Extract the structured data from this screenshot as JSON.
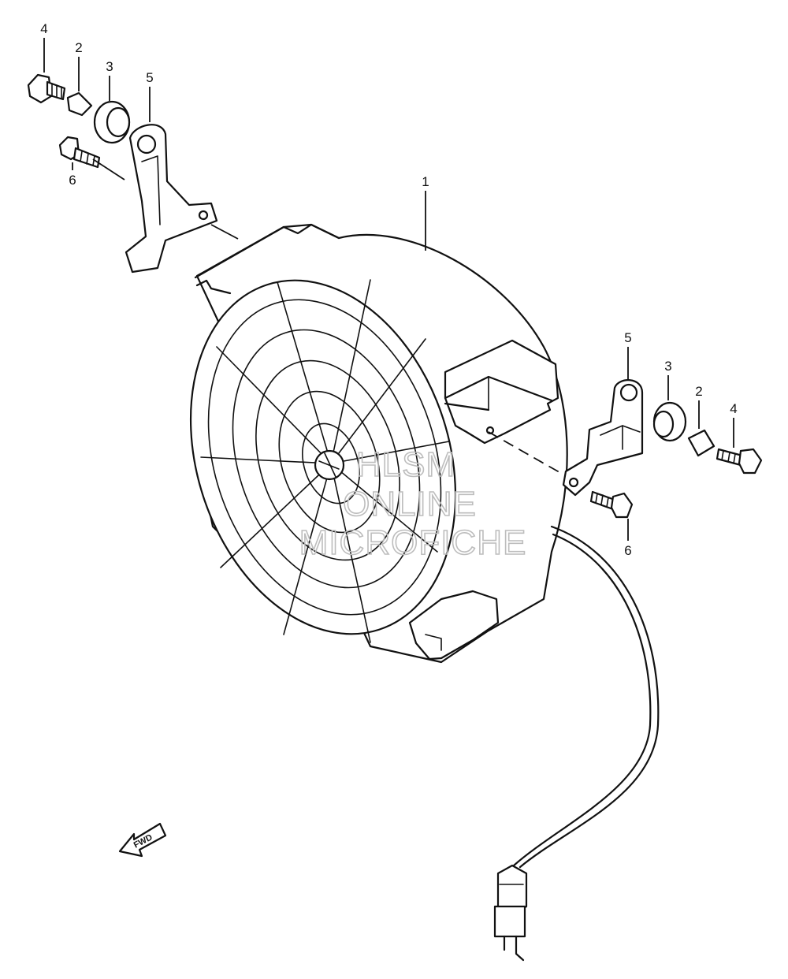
{
  "callouts": {
    "fan_assembly": "1",
    "collar_left": "2",
    "grommet_left": "3",
    "bolt_left": "4",
    "bracket_left": "5",
    "bolt_lower_left": "6",
    "collar_right": "2",
    "grommet_right": "3",
    "bolt_right": "4",
    "bracket_right": "5",
    "bolt_lower_right": "6"
  },
  "watermark": {
    "line1": "HLSM",
    "line2": "ONLINE",
    "line3": "MICROFICHE"
  },
  "fwd_arrow": {
    "label": "FWD"
  }
}
